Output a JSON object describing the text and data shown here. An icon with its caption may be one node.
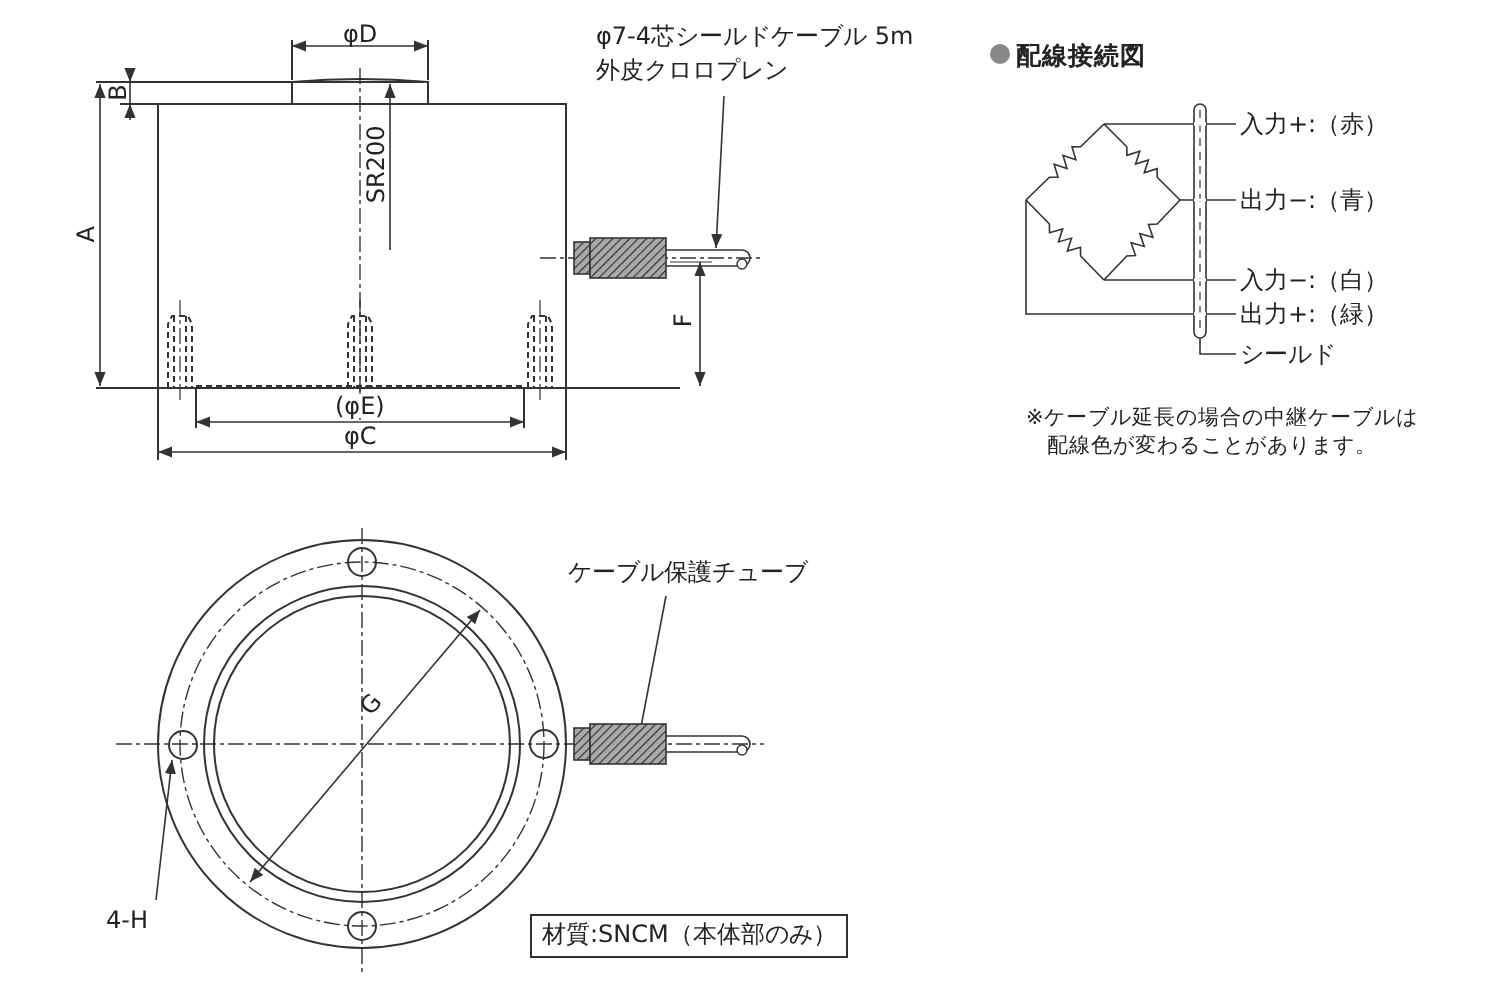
{
  "diagram": {
    "nodes": [
      {
        "text": [
          "φ7-4芯シールドケーブル 5m 外皮クロロプレン"
        ]
      },
      {
        "text": [],
        "shape": "picture"
      },
      {
        "text": [
          "ケーブル保護チューブ"
        ]
      },
      {
        "text": [],
        "shape": "picture"
      },
      {
        "text": [
          "4-H"
        ]
      },
      {
        "text": [],
        "shape": "circle"
      },
      {
        "text": [
          "材質:SNCM（本体部のみ）"
        ]
      }
    ],
    "edges": [
      {
        "from": 0,
        "to": 1,
        "arrow": "to"
      },
      {
        "from": 2,
        "to": 3,
        "arrow": "other"
      },
      {
        "from": 4,
        "to": 5,
        "arrow": "to"
      }
    ],
    "labels": [
      "φD",
      "B",
      "A",
      "SR200",
      "F",
      "(φE)",
      "φC",
      "G",
      "配線接続図",
      "入力+:（赤）",
      "出力−:（青）",
      "入力−:（白）",
      "出力+:（緑）",
      "シールド",
      "※ケーブル延長の場合の中継ケーブルは配線色が変わることがあります。"
    ]
  }
}
